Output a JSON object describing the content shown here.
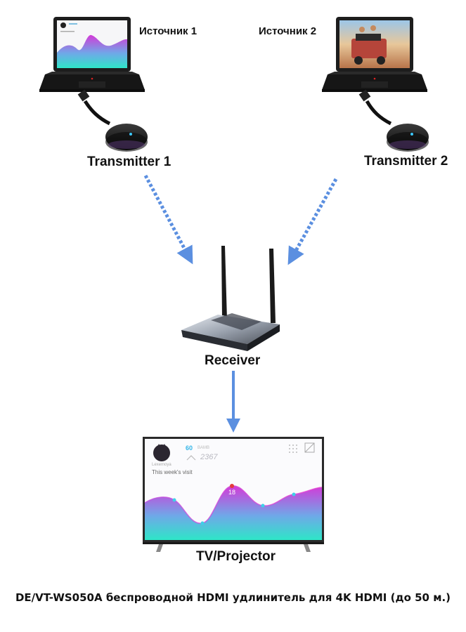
{
  "sources": {
    "source1_label": "Источник 1",
    "source2_label": "Источник 2"
  },
  "transmitters": {
    "t1_label": "Transmitter 1",
    "t2_label": "Transmitter 2"
  },
  "receiver": {
    "label": "Receiver"
  },
  "display": {
    "label": "TV/Projector",
    "screen": {
      "value_main": "60",
      "value_unit": "BAMB",
      "value_secondary": "2367",
      "user_name": "Lexemoya",
      "visit_text": "This week's visit",
      "peak_value": "18"
    }
  },
  "caption": "DE/VT-WS050A беспроводной HDMI удлинитель  для 4K HDMI (до 50 м.)",
  "colors": {
    "link_arrow": "#5b8fe0",
    "wave_top": "#d33ad8",
    "wave_bottom": "#2ee6c8",
    "device_black": "#1a1a1a"
  }
}
